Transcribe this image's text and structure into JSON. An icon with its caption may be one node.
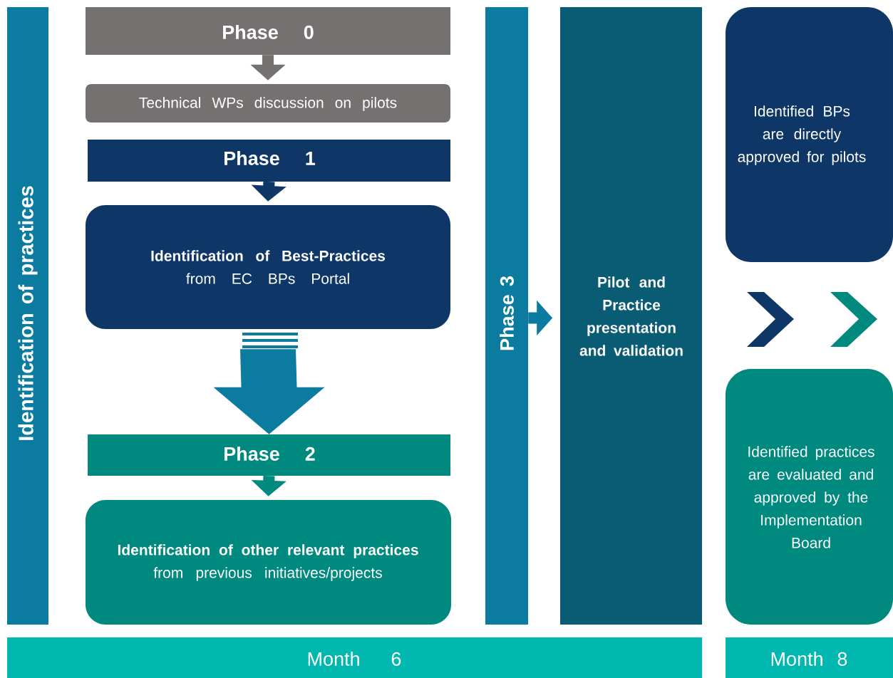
{
  "diagram": {
    "nodes": [
      {
        "text": [
          "Identification of practices"
        ]
      },
      {
        "text": [
          "Phase 0"
        ]
      },
      {
        "text": [
          "Technical WPs discussion on pilots"
        ]
      },
      {
        "text": [
          "Phase 1"
        ]
      },
      {
        "text": [
          "Identification of Best-Practices",
          "from EC BPs Portal"
        ]
      },
      {
        "text": [
          "Phase 2"
        ]
      },
      {
        "text": [
          "Identification of other relevant practices",
          "from previous initiatives/projects"
        ]
      },
      {
        "text": [
          "Phase 3"
        ]
      },
      {
        "text": [
          "Pilot and Practice presentation and validation"
        ]
      },
      {
        "text": [
          "Identified BPs are directly approved for pilots"
        ]
      },
      {
        "text": [
          "Identified practices are evaluated and approved by the Implementation Board"
        ]
      },
      {
        "text": [
          "Month 6"
        ]
      },
      {
        "text": [
          "Month 8"
        ]
      }
    ],
    "edges": [
      {
        "from": 1,
        "to": 2,
        "arrow": "to",
        "color": "#767171"
      },
      {
        "from": 3,
        "to": 4,
        "arrow": "to",
        "color": "#0e3768"
      },
      {
        "from": 4,
        "to": 5,
        "arrow": "to",
        "style": "thick",
        "color": "#0b7ca0"
      },
      {
        "from": 5,
        "to": 6,
        "arrow": "to",
        "color": "#00897f"
      },
      {
        "from": 7,
        "to": 8,
        "arrow": "to",
        "color": "#0b7ca0"
      }
    ]
  }
}
